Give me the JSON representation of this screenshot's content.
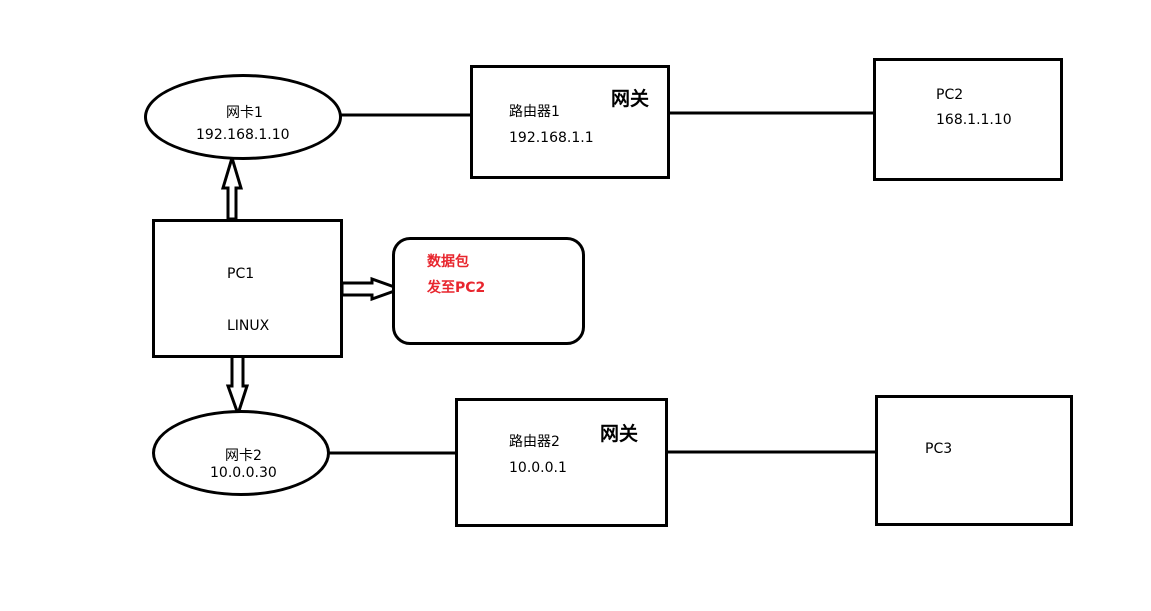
{
  "nic1": {
    "name": "网卡1",
    "ip": "192.168.1.10"
  },
  "nic2": {
    "name": "网卡2",
    "ip": "10.0.0.30"
  },
  "router1": {
    "name": "路由器1",
    "ip": "192.168.1.1",
    "tag": "网关"
  },
  "router2": {
    "name": "路由器2",
    "ip": "10.0.0.1",
    "tag": "网关"
  },
  "pc1": {
    "name": "PC1",
    "os": "LINUX"
  },
  "pc2": {
    "name": "PC2",
    "ip": "168.1.1.10"
  },
  "pc3": {
    "name": "PC3"
  },
  "packet": {
    "line1": "数据包",
    "line2": "发至PC2",
    "color": "#e8262e"
  }
}
